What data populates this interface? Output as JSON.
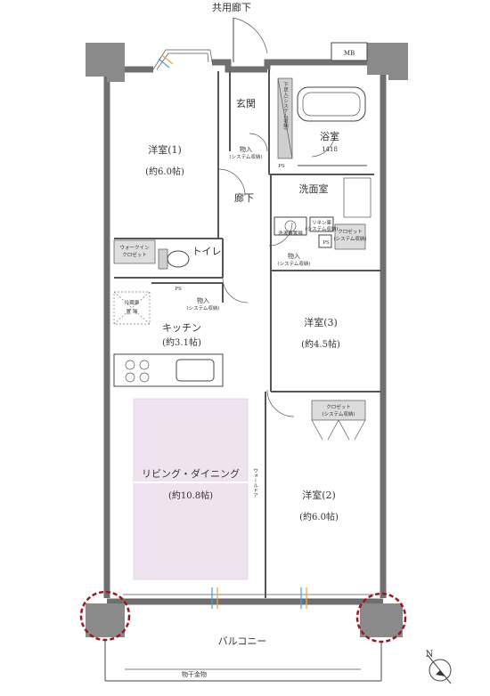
{
  "labels": {
    "corridor": "共用廊下",
    "mb": "MB",
    "entrance": "玄関",
    "shoe_storage": "下足入(システム収納)",
    "bathroom": "浴室",
    "bath_size": "1418",
    "storage_system": "物入",
    "storage_system_sub": "(システム収納)",
    "ps": "PS",
    "western_room_1": "洋室(1)",
    "western_room_1_size": "(約6.0帖)",
    "hallway": "廊下",
    "washroom": "洗面室",
    "washer_space": "洗濯機置場",
    "linen_closet": "リネン庫",
    "linen_closet_sub": "(システム収納)",
    "closet": "クロゼット",
    "closet_sub": "(システム収納)",
    "walk_in_closet": "ウォークイン",
    "walk_in_closet_2": "クロゼット",
    "toilet": "トイレ",
    "fridge_space": "冷蔵庫",
    "fridge_space_2": "置 場",
    "kitchen": "キッチン",
    "kitchen_size": "(約3.1帖)",
    "western_room_3": "洋室(3)",
    "western_room_3_size": "(約4.5帖)",
    "living_dining": "リビング・ダイニング",
    "living_dining_size": "(約10.8帖)",
    "wall_door": "ウォールドア",
    "western_room_2": "洋室(2)",
    "western_room_2_size": "(約6.0帖)",
    "balcony": "バルコニー",
    "drying_hardware": "物干金物",
    "north": "N"
  },
  "colors": {
    "wall": "#6f6f6f",
    "living_highlight": "#efe3f0",
    "column_marker": "#a0141e"
  }
}
